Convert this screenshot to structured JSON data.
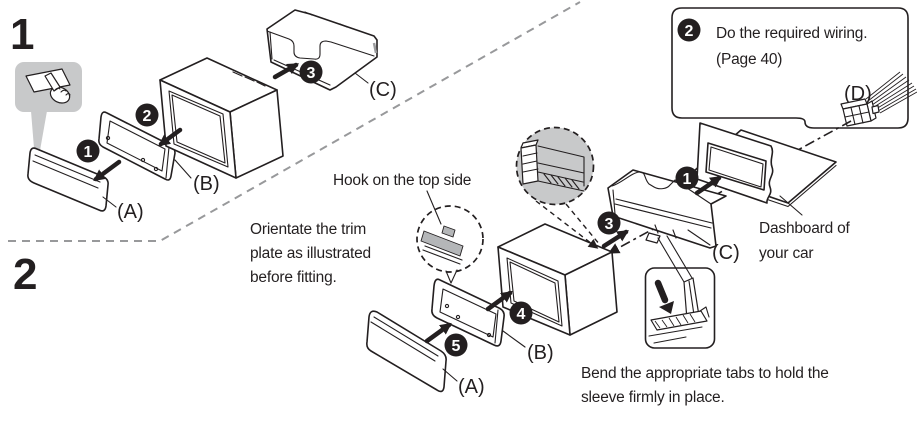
{
  "colors": {
    "line": "#231f20",
    "callout_gray": "#c8c9ca",
    "divider_gray": "#98999b",
    "hook_bar_gray": "#b4b6b8"
  },
  "section1": {
    "number": "1",
    "steps": {
      "1": "1",
      "2": "2",
      "3": "3"
    },
    "labels": {
      "faceplate": "(A)",
      "trim_plate": "(B)",
      "sleeve": "(C)"
    }
  },
  "section2": {
    "number": "2",
    "steps": {
      "1": "1",
      "2": "2",
      "3": "3",
      "4": "4",
      "5": "5"
    },
    "labels": {
      "faceplate": "(A)",
      "trim_plate": "(B)",
      "sleeve": "(C)",
      "harness": "(D)"
    },
    "notes": {
      "wiring_line1": "Do the required wiring.",
      "wiring_line2": "(Page 40)",
      "hook": "Hook on the top side",
      "orient_line1": "Orientate the trim",
      "orient_line2": "plate as illustrated",
      "orient_line3": "before fitting.",
      "dashboard_line1": "Dashboard of",
      "dashboard_line2": "your car",
      "bend_line1": "Bend the appropriate tabs to hold the",
      "bend_line2": "sleeve firmly in place."
    }
  }
}
